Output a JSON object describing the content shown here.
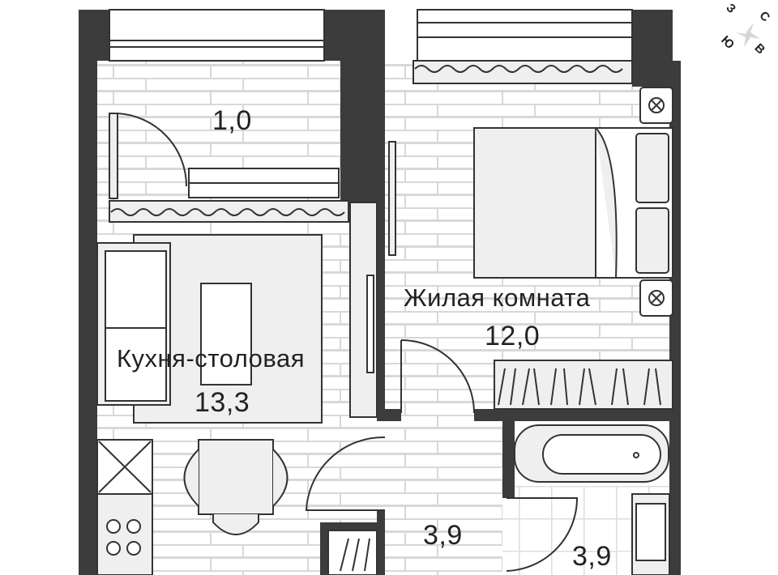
{
  "rooms": {
    "balcony": {
      "area": "1,0"
    },
    "kitchen": {
      "name": "Кухня-столовая",
      "area": "13,3"
    },
    "living": {
      "name": "Жилая комната",
      "area": "12,0"
    },
    "hall": {
      "area": "3,9"
    },
    "bathroom": {
      "area": "3,9"
    }
  },
  "compass": {
    "north": "С",
    "east": "В",
    "south": "Ю",
    "west": "З"
  },
  "colors": {
    "wall": "#3c3c3c",
    "furniture": "#efefef",
    "line": "#333333",
    "floor_line": "#d8d8d8"
  }
}
